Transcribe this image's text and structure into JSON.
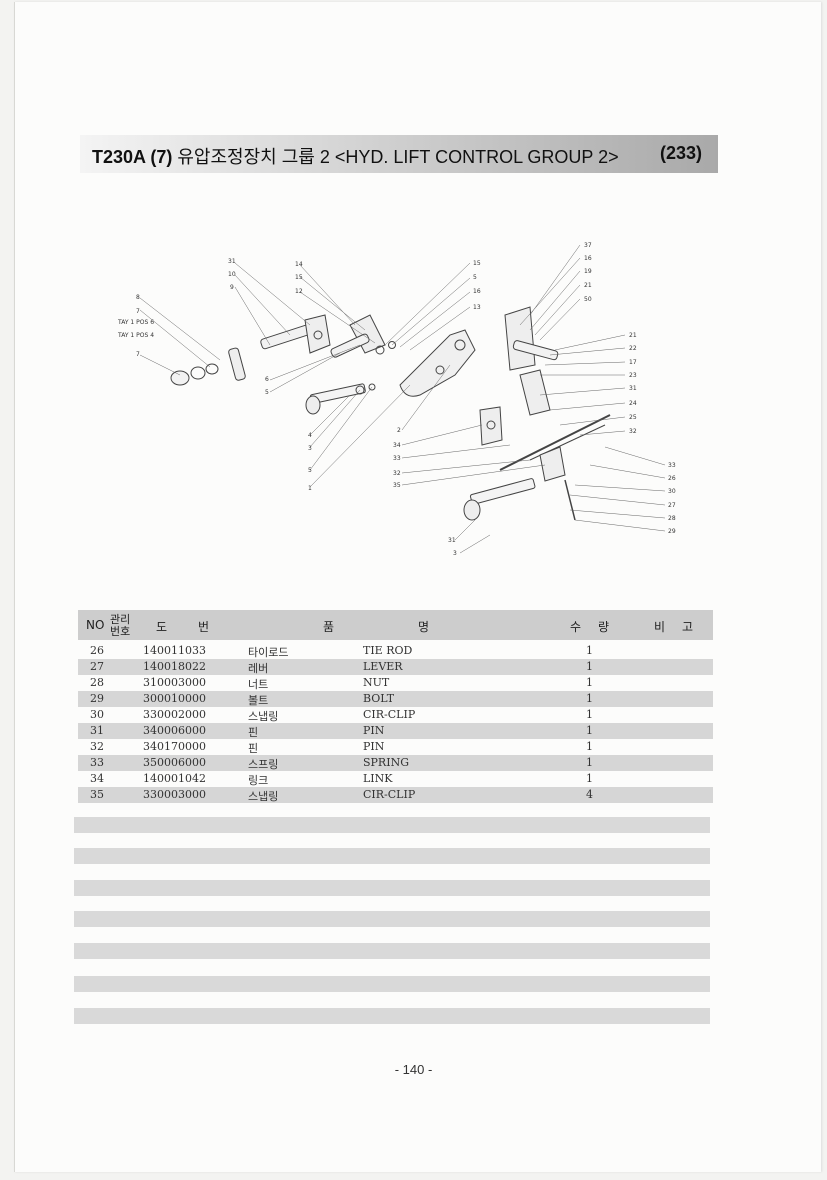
{
  "header": {
    "model": "T230A (7)",
    "title_ko": "유압조정장치 그룹 2",
    "title_en": "<HYD. LIFT CONTROL GROUP 2>",
    "group_no": "(233)"
  },
  "diagram": {
    "callouts_left": [
      "31",
      "10",
      "9",
      "8",
      "7",
      "TAY 1 POS 6",
      "TAY 1 POS 4",
      "7",
      "6",
      "5",
      "4",
      "3",
      "5",
      "1"
    ],
    "callouts_mid": [
      "14",
      "15",
      "12",
      "15",
      "5",
      "16",
      "13",
      "2",
      "34",
      "33",
      "32",
      "35"
    ],
    "callouts_right": [
      "37",
      "16",
      "19",
      "21",
      "50",
      "21",
      "22",
      "17",
      "23",
      "31",
      "24",
      "25",
      "32",
      "33",
      "26",
      "30",
      "27",
      "28",
      "29"
    ],
    "callouts_bottom": [
      "31",
      "3"
    ]
  },
  "table": {
    "headers": {
      "no": "NO",
      "mgmt_top": "관리",
      "mgmt_bottom": "번호",
      "do": "도",
      "beon": "번",
      "pum": "품",
      "myeong": "명",
      "su": "수",
      "ryang": "량",
      "bi": "비",
      "go": "고"
    },
    "rows": [
      {
        "no": "26",
        "part": "140011033",
        "ko": "타이로드",
        "en": "TIE ROD",
        "qty": "1"
      },
      {
        "no": "27",
        "part": "140018022",
        "ko": "레버",
        "en": "LEVER",
        "qty": "1"
      },
      {
        "no": "28",
        "part": "310003000",
        "ko": "너트",
        "en": "NUT",
        "qty": "1"
      },
      {
        "no": "29",
        "part": "300010000",
        "ko": "볼트",
        "en": "BOLT",
        "qty": "1"
      },
      {
        "no": "30",
        "part": "330002000",
        "ko": "스냅링",
        "en": "CIR-CLIP",
        "qty": "1"
      },
      {
        "no": "31",
        "part": "340006000",
        "ko": "핀",
        "en": "PIN",
        "qty": "1"
      },
      {
        "no": "32",
        "part": "340170000",
        "ko": "핀",
        "en": "PIN",
        "qty": "1"
      },
      {
        "no": "33",
        "part": "350006000",
        "ko": "스프링",
        "en": "SPRING",
        "qty": "1"
      },
      {
        "no": "34",
        "part": "140001042",
        "ko": "링크",
        "en": "LINK",
        "qty": "1"
      },
      {
        "no": "35",
        "part": "330003000",
        "ko": "스냅링",
        "en": "CIR-CLIP",
        "qty": "4"
      }
    ]
  },
  "footer": {
    "page": "- 140 -"
  }
}
